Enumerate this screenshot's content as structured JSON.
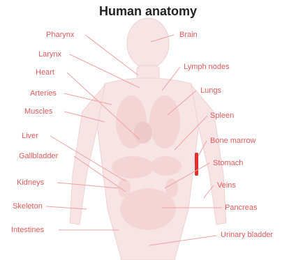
{
  "title": "Human anatomy",
  "labels": {
    "pharynx": "Pharynx",
    "larynx": "Larynx",
    "heart": "Heart",
    "arteries": "Arteries",
    "muscles": "Muscles",
    "liver": "Liver",
    "gallbladder": "Gallbladder",
    "kidneys": "Kidneys",
    "skeleton": "Skeleton",
    "intestines": "Intestines",
    "brain": "Brain",
    "lymph_nodes": "Lymph nodes",
    "lungs": "Lungs",
    "spleen": "Spleen",
    "bone_marrow": "Bone marrow",
    "stomach": "Stomach",
    "veins": "Veins",
    "pancreas": "Pancreas",
    "urinary_bladder": "Urinary bladder"
  },
  "colors": {
    "label": "#e05a5a",
    "leader_line": "#f0a0a0",
    "body_silhouette": "#f7e4e4",
    "organ": "#f2caca",
    "highlight": "#e03030",
    "title": "#222222"
  }
}
